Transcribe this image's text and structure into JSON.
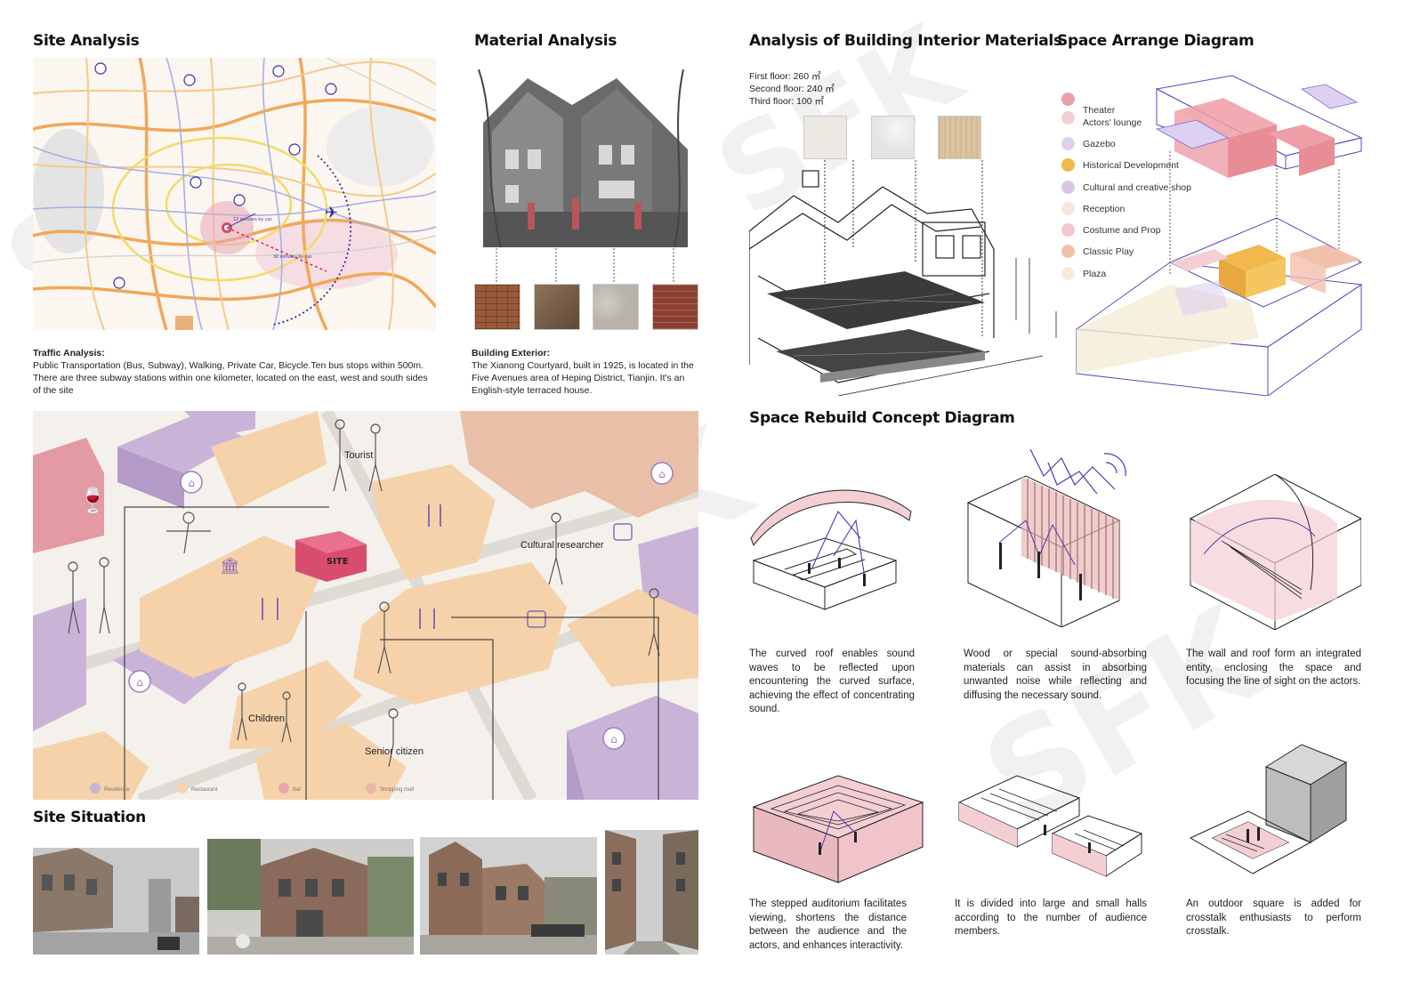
{
  "headings": {
    "site_analysis": "Site Analysis",
    "material_analysis": "Material Analysis",
    "interior_materials": "Analysis of Building Interior Materials",
    "space_arrange": "Space Arrange Diagram",
    "rebuild_concept": "Space Rebuild Concept Diagram",
    "site_situation": "Site Situation"
  },
  "site_analysis": {
    "map_labels": [
      "12 minutes by car",
      "30 minutes by car"
    ],
    "caption_title": "Traffic Analysis:",
    "caption_lines": [
      "Public Transportation (Bus, Subway), Walking, Private Car, Bicycle.Ten bus stops within 500m.",
      "There are three subway stations within one kilometer, located on the east, west and south sides",
      "of the site"
    ]
  },
  "material_analysis": {
    "caption_title": "Building Exterior:",
    "caption_lines": [
      "The Xianong Courtyard, built in 1925, is located in the",
      "Five Avenues area of Heping District, Tianjin. It's an",
      "English-style terraced house."
    ],
    "swatch_colors": [
      "#9a5a3a",
      "#7a5a40",
      "#b8b2aa",
      "#8c3f30"
    ]
  },
  "interior": {
    "floors": [
      "First floor: 260 ㎡",
      "Second floor: 240 ㎡",
      "Third floor: 100 ㎡"
    ],
    "swatch_colors": [
      "#ece8e2",
      "#e6e4e2",
      "#dcc3a0"
    ]
  },
  "arrange_legend": [
    {
      "label": "Theater",
      "color": "#e8a0a8"
    },
    {
      "label": "Actors' lounge",
      "color": "#f3cfd3"
    },
    {
      "label": "Gazebo",
      "color": "#ddd0f0"
    },
    {
      "label": "Historical Development",
      "color": "#f0b94e"
    },
    {
      "label": "Cultural and creative shop",
      "color": "#d8c6e6"
    },
    {
      "label": "Reception",
      "color": "#f5e7e0"
    },
    {
      "label": "Costume and Prop",
      "color": "#f3c8cf"
    },
    {
      "label": "Classic Play",
      "color": "#f2c1ac"
    },
    {
      "label": "Plaza",
      "color": "#f4ecd6"
    }
  ],
  "site_map": {
    "site_label": "SITE",
    "people": [
      "Tourist",
      "Cultural researcher",
      "Children",
      "Senior citizen"
    ],
    "legend": [
      {
        "label": "Residence",
        "color": "#c7b3d8"
      },
      {
        "label": "Restaurant",
        "color": "#f4d5b0"
      },
      {
        "label": "Bar",
        "color": "#e8a6aa"
      },
      {
        "label": "Shopping mall",
        "color": "#e9b8a8"
      }
    ]
  },
  "concepts": [
    {
      "text": "The curved roof enables sound waves to be reflected upon encountering the curved surface, achieving the effect of concentrating sound."
    },
    {
      "text": "Wood or special sound-absorbing materials can assist in absorbing unwanted noise while reflecting and diffusing the necessary sound."
    },
    {
      "text": "The wall and roof form an integrated entity, enclosing the space and focusing the line of sight on the actors."
    },
    {
      "text": "The stepped auditorium facilitates viewing, shortens the distance between the audience and the actors, and enhances interactivity."
    },
    {
      "text": "It is divided into large and small halls according to the number of audience members."
    },
    {
      "text": "An outdoor square is added for crosstalk enthusiasts to perform crosstalk."
    }
  ]
}
